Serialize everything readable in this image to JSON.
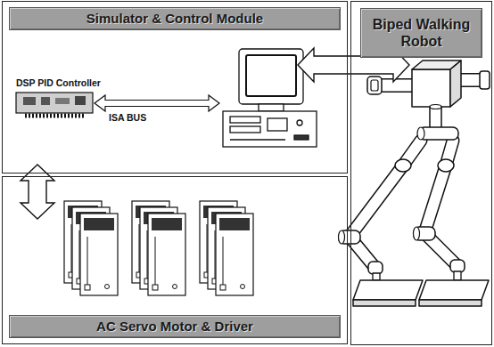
{
  "diagram": {
    "nodes": [
      {
        "text": [
          "Simulator & Control Module"
        ]
      },
      {
        "text": [
          "AC Servo Motor & Driver"
        ]
      },
      {
        "text": [
          "Biped Walking Robot"
        ]
      }
    ],
    "edges": [
      {
        "from": 0,
        "to": 1,
        "arrow": "both"
      },
      {
        "from": 1,
        "to": 2,
        "arrow": "both"
      }
    ],
    "labels": [
      "DSP PID Controller",
      "ISA BUS"
    ]
  }
}
